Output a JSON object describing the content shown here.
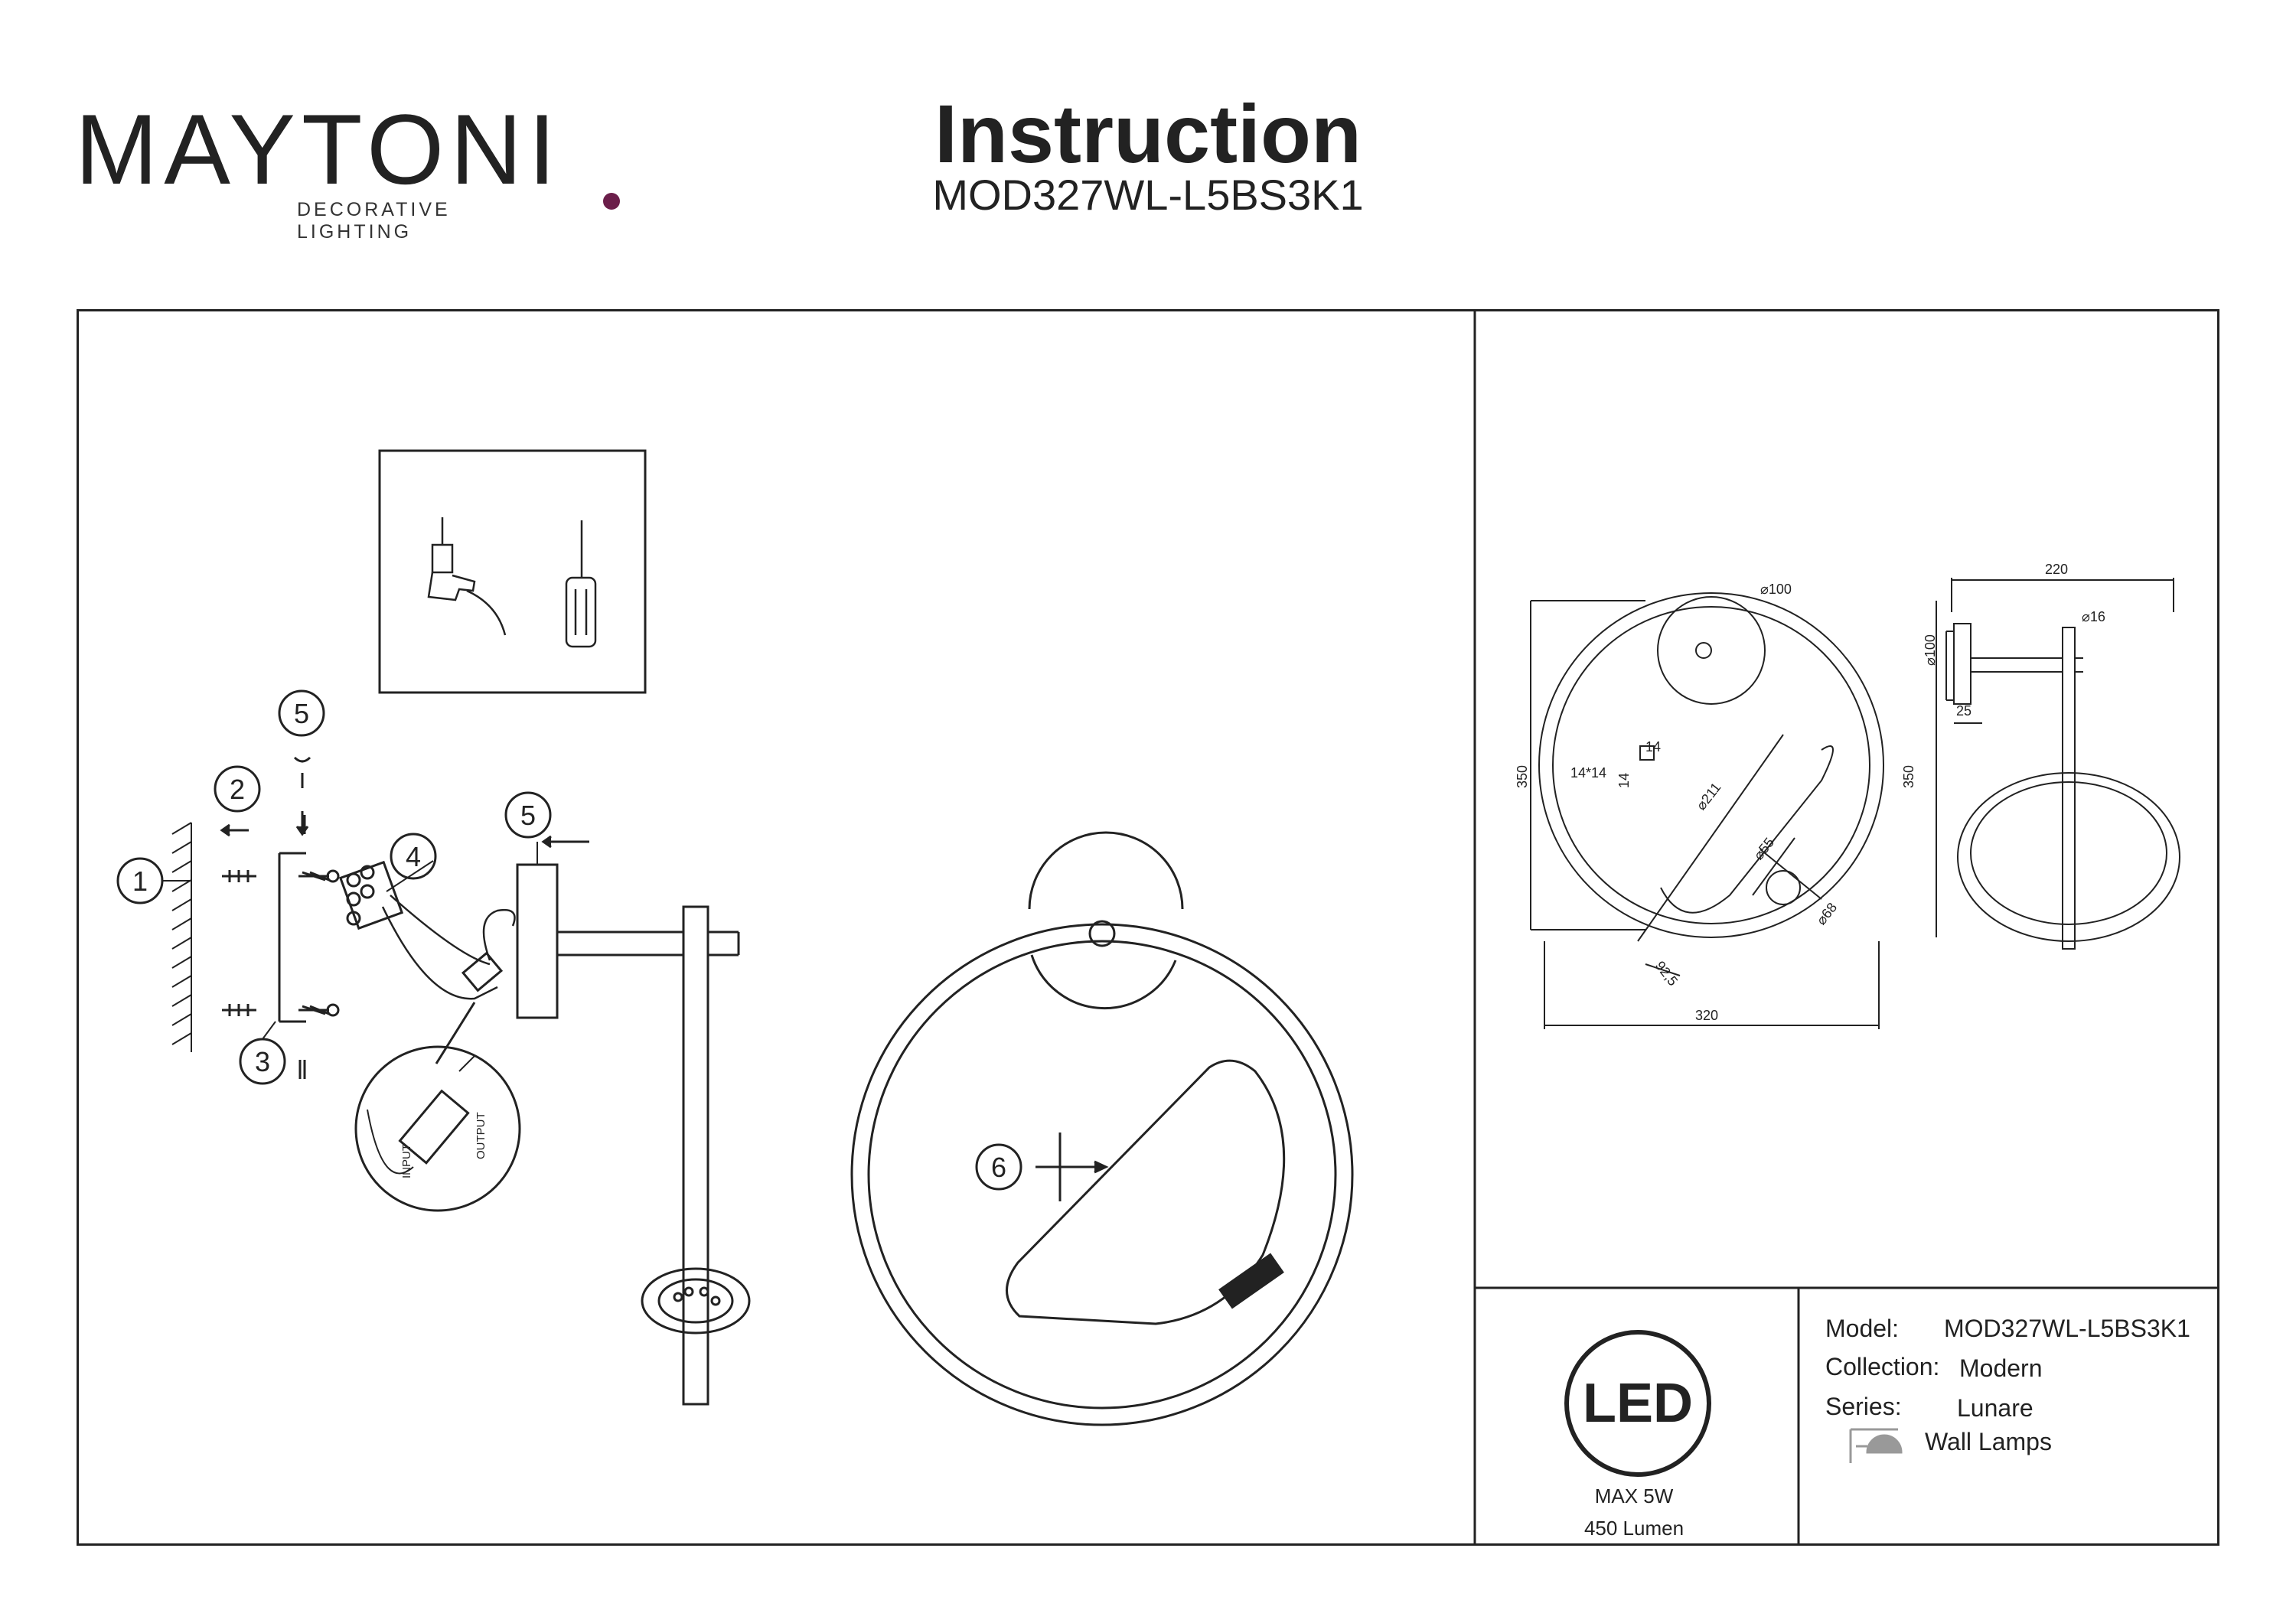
{
  "brand": {
    "name": "MAYTONI",
    "tagline": "DECORATIVE LIGHTING",
    "accent_color": "#6b1e4a"
  },
  "header": {
    "title": "Instruction",
    "model_code": "MOD327WL-L5BS3K1"
  },
  "installation": {
    "callouts": [
      "1",
      "2",
      "3",
      "4",
      "5",
      "5",
      "6"
    ],
    "detail_labels": {
      "input": "INPUT",
      "output": "OUTPUT"
    },
    "tools": [
      "drill-icon",
      "screwdriver-icon"
    ]
  },
  "dimensions": {
    "front": {
      "d_top": "⌀100",
      "height": "350",
      "width": "320",
      "inner": "⌀211",
      "small": "⌀55",
      "outer_small": "⌀68",
      "offset": "92,5",
      "square": "14*14",
      "sq_w": "14",
      "sq_h": "14"
    },
    "side": {
      "depth": "220",
      "d_base": "⌀100",
      "rod": "⌀16",
      "base_depth": "25",
      "height": "350"
    }
  },
  "specs": {
    "led_icon": "LED",
    "power": "MAX 5W",
    "lumen": "450 Lumen",
    "model_label": "Model:",
    "model_value": "MOD327WL-L5BS3K1",
    "collection_label": "Collection:",
    "collection_value": "Modern",
    "series_label": "Series:",
    "series_value": "Lunare",
    "type_value": "Wall Lamps"
  }
}
